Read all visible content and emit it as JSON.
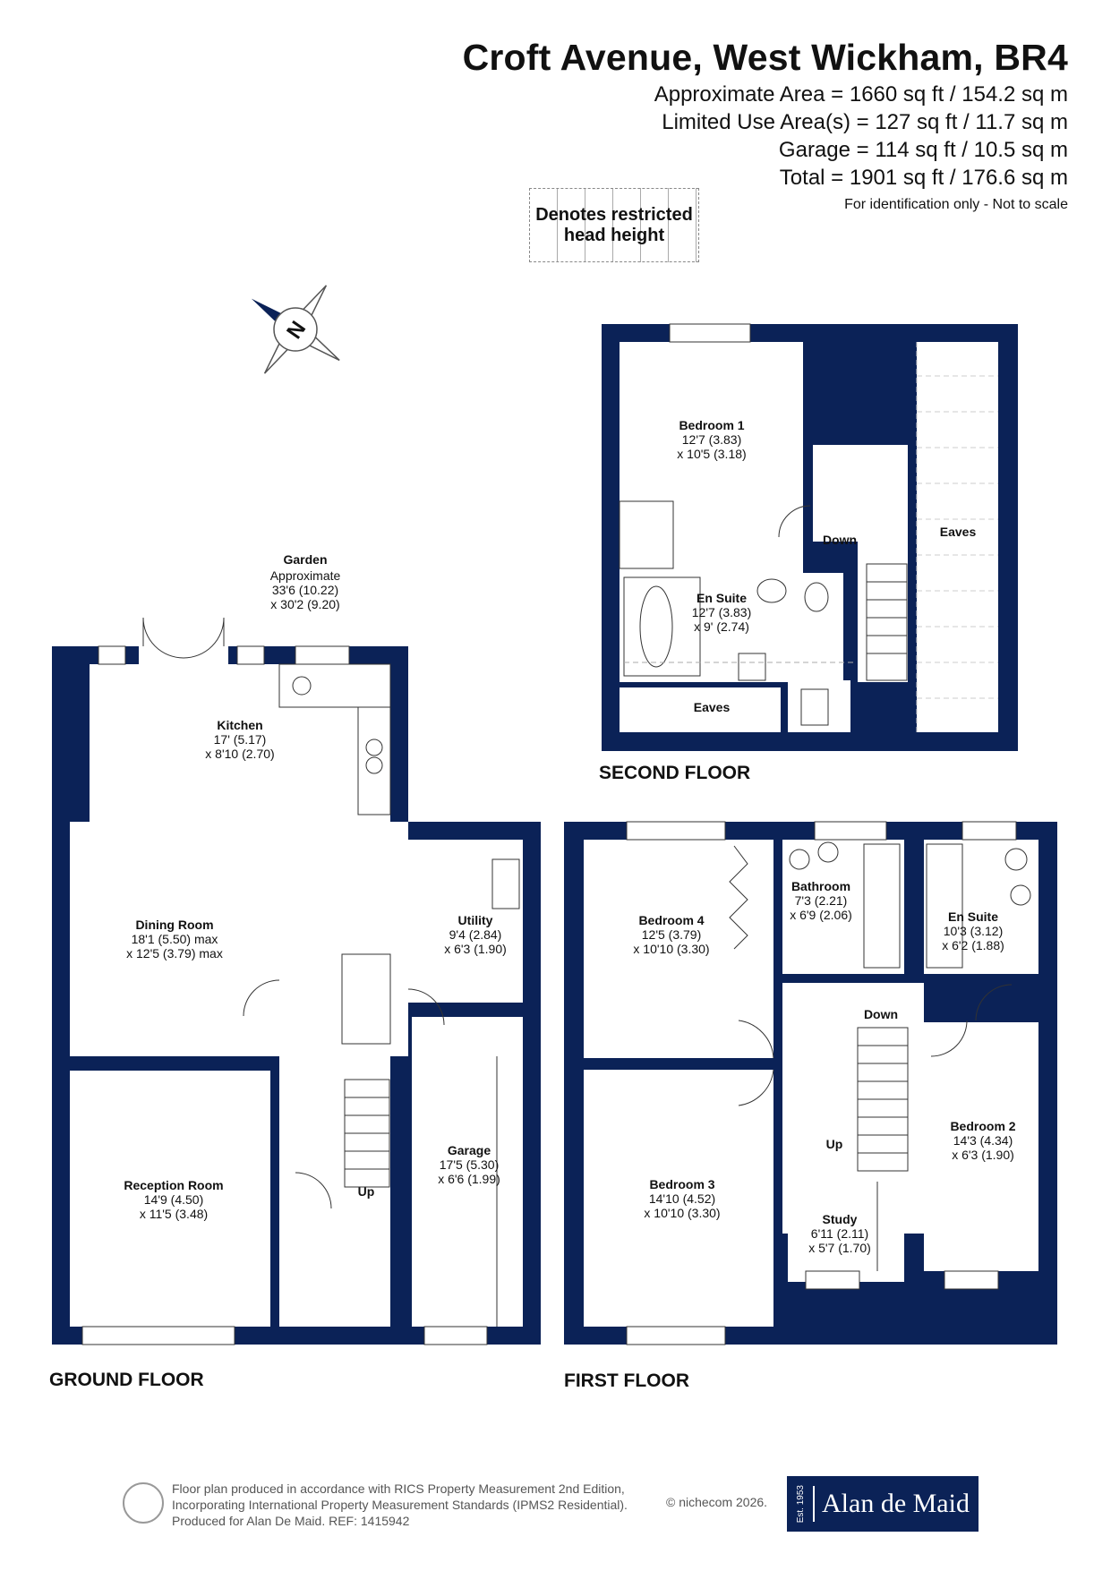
{
  "header": {
    "title": "Croft Avenue, West Wickham, BR4",
    "areas": [
      "Approximate Area = 1660 sq ft / 154.2 sq m",
      "Limited Use Area(s) = 127 sq ft / 11.7 sq m",
      "Garage = 114 sq ft / 10.5 sq m",
      "Total = 1901 sq ft / 176.6 sq m"
    ],
    "note": "For identification only - Not to scale"
  },
  "legend": {
    "restricted": "Denotes restricted head height"
  },
  "compass": {
    "letter": "N"
  },
  "floors": {
    "ground": "GROUND FLOOR",
    "first": "FIRST FLOOR",
    "second": "SECOND FLOOR"
  },
  "rooms": {
    "garden": {
      "name": "Garden",
      "l1": "Approximate",
      "l2": "33'6 (10.22)",
      "l3": "x 30'2 (9.20)"
    },
    "kitchen": {
      "name": "Kitchen",
      "l1": "17' (5.17)",
      "l2": "x 8'10 (2.70)"
    },
    "dining": {
      "name": "Dining Room",
      "l1": "18'1 (5.50) max",
      "l2": "x 12'5 (3.79) max"
    },
    "utility": {
      "name": "Utility",
      "l1": "9'4 (2.84)",
      "l2": "x 6'3 (1.90)"
    },
    "reception": {
      "name": "Reception Room",
      "l1": "14'9 (4.50)",
      "l2": "x 11'5 (3.48)"
    },
    "garage": {
      "name": "Garage",
      "l1": "17'5 (5.30)",
      "l2": "x 6'6 (1.99)"
    },
    "bedroom1": {
      "name": "Bedroom 1",
      "l1": "12'7 (3.83)",
      "l2": "x 10'5 (3.18)"
    },
    "ensuite2": {
      "name": "En Suite",
      "l1": "12'7 (3.83)",
      "l2": "x 9' (2.74)"
    },
    "eaves_a": {
      "name": "Eaves"
    },
    "eaves_b": {
      "name": "Eaves"
    },
    "bedroom4": {
      "name": "Bedroom 4",
      "l1": "12'5 (3.79)",
      "l2": "x 10'10 (3.30)"
    },
    "bathroom": {
      "name": "Bathroom",
      "l1": "7'3 (2.21)",
      "l2": "x 6'9 (2.06)"
    },
    "ensuite1": {
      "name": "En Suite",
      "l1": "10'3 (3.12)",
      "l2": "x 6'2 (1.88)"
    },
    "bedroom3": {
      "name": "Bedroom 3",
      "l1": "14'10 (4.52)",
      "l2": "x 10'10 (3.30)"
    },
    "bedroom2": {
      "name": "Bedroom 2",
      "l1": "14'3 (4.34)",
      "l2": "x 6'3 (1.90)"
    },
    "study": {
      "name": "Study",
      "l1": "6'11 (2.11)",
      "l2": "x 5'7 (1.70)"
    }
  },
  "stairs": {
    "up_ground": "Up",
    "up_first": "Up",
    "down_first": "Down",
    "down_second": "Down"
  },
  "footer": {
    "lines": [
      "Floor plan produced in accordance with RICS Property Measurement 2nd Edition,",
      "Incorporating International Property Measurement Standards (IPMS2 Residential).",
      "Produced for Alan De Maid.   REF: 1415942"
    ],
    "copyright": "© nichecom 2026.",
    "logo_est": "Est. 1953",
    "logo_name": "Alan de Maid"
  },
  "colors": {
    "wall": "#0b2257"
  }
}
